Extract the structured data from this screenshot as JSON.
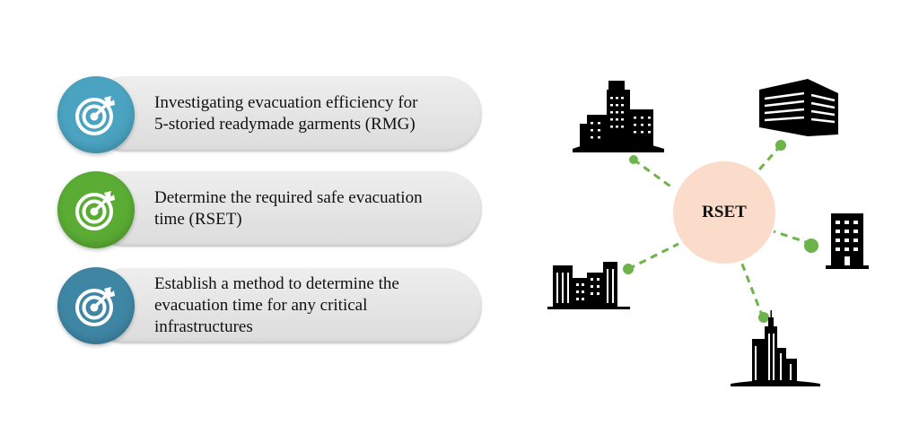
{
  "objectives": [
    {
      "lines": [
        "Investigating evacuation efficiency for",
        "5-storied readymade garments (RMG)"
      ],
      "color": "#4aa3c0",
      "icon": "target-arrow-icon"
    },
    {
      "lines": [
        "Determine the required safe evacuation",
        "time (RSET)"
      ],
      "color": "#5aac34",
      "icon": "target-arrow-icon"
    },
    {
      "lines": [
        "Establish a method to determine the",
        "evacuation time for any critical",
        "infrastructures"
      ],
      "color": "#3f86a5",
      "icon": "target-arrow-icon"
    }
  ],
  "hub": {
    "label": "RSET",
    "color": "#fbdcca",
    "connector_color": "#6cb34a",
    "nodes": [
      "building-cluster-icon",
      "office-block-icon",
      "tower-block-icon",
      "low-rise-buildings-icon",
      "skyscraper-icon"
    ]
  }
}
